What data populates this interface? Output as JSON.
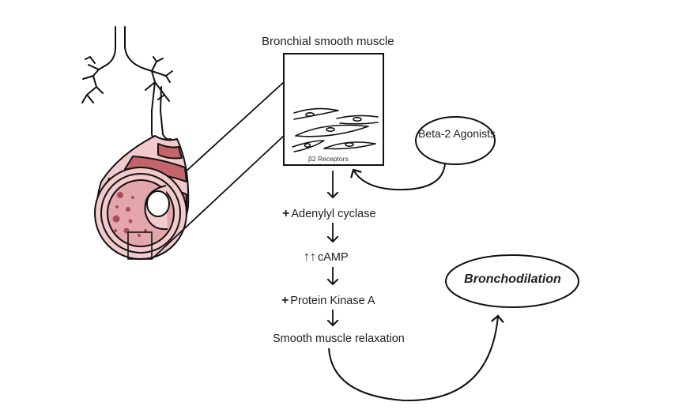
{
  "diagram": {
    "title": "Bronchial smooth muscle",
    "receptor_label": "β2 Receptors",
    "agonist_label": "Beta-2 Agonists",
    "pathway": [
      {
        "prefix": "+",
        "label": "Adenylyl cyclase"
      },
      {
        "prefix": "↑↑",
        "label": "cAMP"
      },
      {
        "prefix": "+",
        "label": "Protein Kinase A"
      },
      {
        "prefix": "",
        "label": "Smooth muscle relaxation"
      }
    ],
    "outcome_label": "Bronchodilation",
    "colors": {
      "airway_light": "#f2c9cc",
      "airway_mid": "#e3a6ab",
      "airway_dark": "#c4646b",
      "spots": "#a94e57",
      "stroke": "#111111"
    }
  }
}
